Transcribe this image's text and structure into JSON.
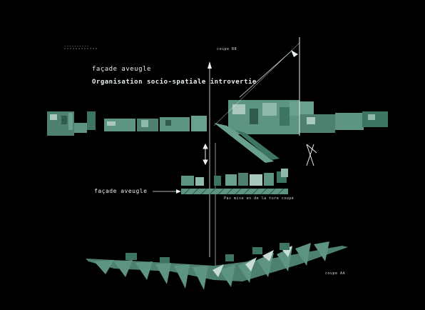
{
  "labels": {
    "facade_top": "façade aveugle",
    "organisation": "Organisation socio-spatiale introvertie",
    "facade_mid": "façade aveugle",
    "pas_mise": "Pas mise en de la tore coupé",
    "coupe_bb": "coupe BB",
    "coupe_aa": "coupe AA",
    "scale_note": "----------"
  },
  "colors": {
    "background": "#000000",
    "ink": "#5e9484",
    "ink_dark": "#3e7464",
    "ink_light": "#a9c9bd",
    "line": "#e8f0ec"
  },
  "icons": {
    "section_cut": "section-arrow-icon",
    "north": "north-arrow-icon"
  }
}
